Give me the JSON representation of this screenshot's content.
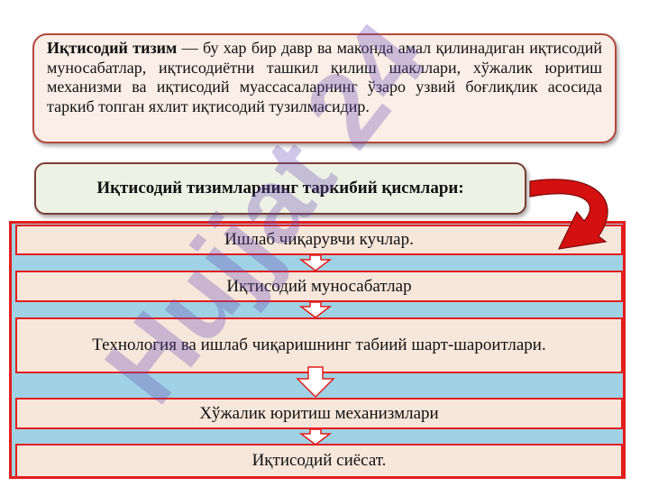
{
  "definition": {
    "term": "Иқтисодий тизим",
    "text": " — бу хар бир давр ва маконда амал қилинадиган иқтисодий муносабатлар, иқтисодиётни ташкил қилиш шакллари, хўжалик юритиш механизми ва иқтисодий муассасаларнинг ўзаро узвий боғлиқлик асосида таркиб топган яхлит иқтисодий тузилмасидир."
  },
  "section_title": "Иқтисодий тизимларнинг таркибий қисмлари:",
  "components": [
    "Ишлаб чиқарувчи кучлар.",
    "Иқтисодий муносабатлар",
    "Технология ва ишлаб чиқаришнинг табиий шарт-шароитлари.",
    "Хўжалик юритиш механизмлари",
    "Иқтисодий сиёсат."
  ],
  "watermark": "Hujjat 24",
  "colors": {
    "row_border": "#e31d1d",
    "band_fill": "#9fd2e4",
    "row_fill": "#f7e6da",
    "curved_arrow": "#d41010"
  }
}
